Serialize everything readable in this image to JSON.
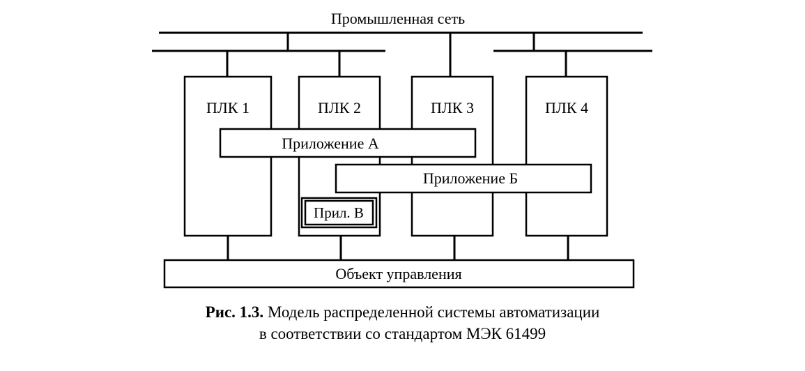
{
  "network": {
    "label": "Промышленная сеть"
  },
  "plcs": [
    {
      "label": "ПЛК 1"
    },
    {
      "label": "ПЛК 2"
    },
    {
      "label": "ПЛК 3"
    },
    {
      "label": "ПЛК 4"
    }
  ],
  "applications": {
    "a": "Приложение А",
    "b": "Приложение Б",
    "c": "Прил. В"
  },
  "object": {
    "label": "Объект управления"
  },
  "caption": {
    "number": "Рис. 1.3.",
    "line1": "Модель распределенной системы автоматизации",
    "line2": "в соответствии со стандартом МЭК 61499"
  }
}
